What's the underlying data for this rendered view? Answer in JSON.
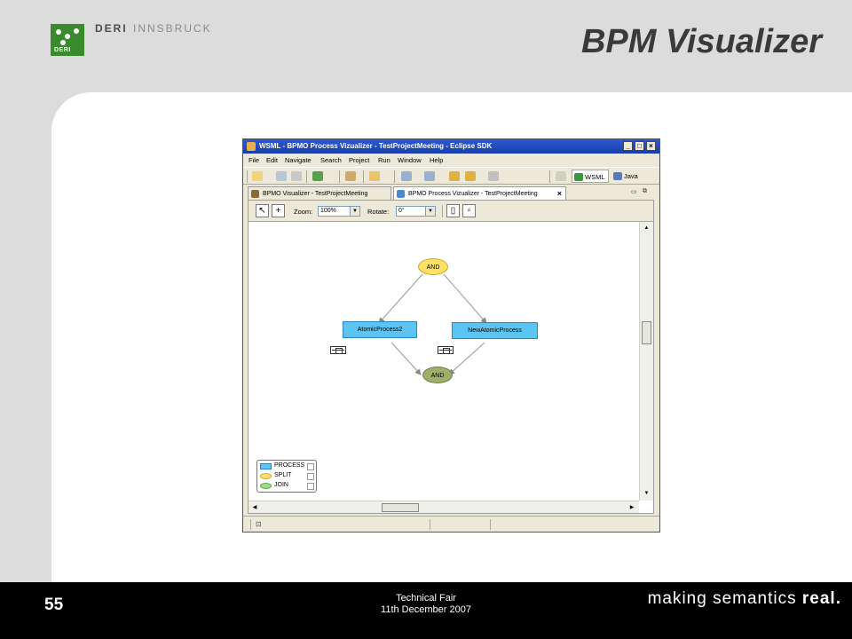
{
  "slide": {
    "title": "BPM Visualizer",
    "logo_word1": "DERI",
    "logo_word2": "INNSBRUCK",
    "logo_mini": "DERI",
    "number": "55",
    "footer_line1": "Technical Fair",
    "footer_line2": "11th December 2007",
    "tagline_prefix": "making semantics ",
    "tagline_bold": "real."
  },
  "window": {
    "title": "WSML - BPMO Process Vizualizer - TestProjectMeeting - Eclipse SDK",
    "controls": {
      "minimize": "_",
      "maximize": "□",
      "close": "×"
    }
  },
  "menu": [
    "File",
    "Edit",
    "Navigate",
    "Search",
    "Project",
    "Run",
    "Window",
    "Help"
  ],
  "perspectives": [
    {
      "label": "WSML",
      "icon": "wsml-perspective-icon",
      "active": true
    },
    {
      "label": "Java",
      "icon": "java-perspective-icon",
      "active": false
    }
  ],
  "tabs": [
    {
      "label": "BPMO Visualizer - TestProjectMeeting",
      "active": false
    },
    {
      "label": "BPMO Process Vizualizer - TestProjectMeeting",
      "active": true,
      "close": "×"
    }
  ],
  "editor_toolbar": {
    "select_tool": "↖",
    "add_tool": "+",
    "zoom_label": "Zoom:",
    "zoom_value": "100%",
    "rotate_label": "Rotate:",
    "rotate_value": "0°"
  },
  "diagram": {
    "split_label": "AND",
    "join_label": "AND",
    "process1": "AtomicProcess2",
    "process2": "NewAtomicProcess",
    "colors": {
      "process": "#5bc4f2",
      "split": "#ffe066",
      "join": "#9fae6b"
    }
  },
  "legend": [
    {
      "label": "PROCESS",
      "color": "#5bc4f2",
      "shape": "rect"
    },
    {
      "label": "SPLIT",
      "color": "#ffe066",
      "shape": "ellipse"
    },
    {
      "label": "JOIN",
      "color": "#9fd98a",
      "shape": "ellipse"
    }
  ],
  "colors": {
    "titlebar": "#2a5bd4",
    "footer": "#000000",
    "logo": "#3a8a2e"
  }
}
